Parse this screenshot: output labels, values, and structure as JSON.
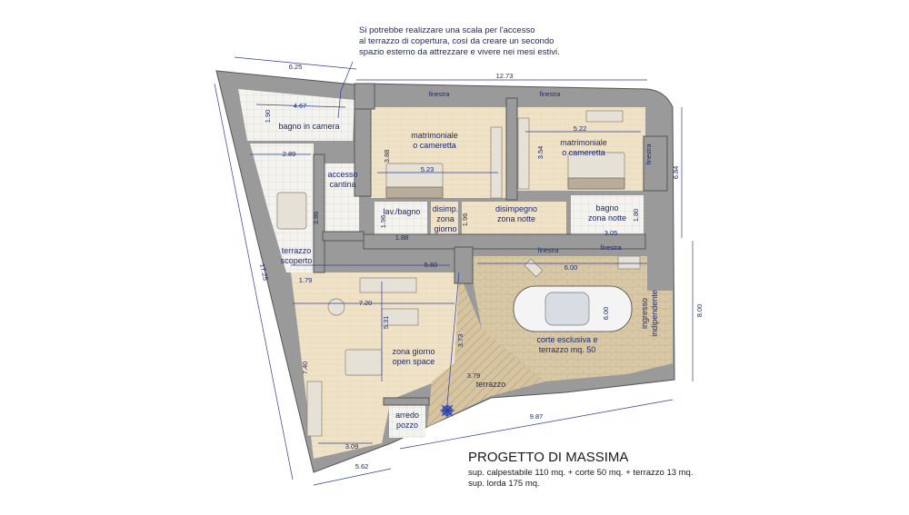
{
  "note": {
    "lines": [
      "Si potrebbe realizzare una scala per l'accesso",
      "al terrazzo di copertura, così da creare un secondo",
      "spazio esterno da attrezzare e vivere nei mesi estivi."
    ]
  },
  "rooms": {
    "bagno_camera": "bagno in camera",
    "matrimoniale_1": [
      "matrimoniale",
      "o cameretta"
    ],
    "matrimoniale_2": [
      "matrimoniale",
      "o cameretta"
    ],
    "accesso_cantina": [
      "accesso",
      "cantina"
    ],
    "lav_bagno": "lav./bagno",
    "disimp_giorno": [
      "disimp.",
      "zona",
      "giorno"
    ],
    "disimpegno_notte": [
      "disimpegno",
      "zona notte"
    ],
    "bagno_notte": [
      "bagno",
      "zona notte"
    ],
    "terrazzo_scoperto": [
      "terrazzo",
      "scoperto"
    ],
    "zona_giorno": [
      "zona giorno",
      "open space"
    ],
    "corte": [
      "corte esclusiva e",
      "terrazzo mq. 50"
    ],
    "ingresso": [
      "ingresso",
      "indipendente"
    ],
    "terrazzo": "terrazzo",
    "arredo_pozzo": [
      "arredo",
      "pozzo"
    ]
  },
  "windows": {
    "w1": "finestra",
    "w2": "finestra",
    "w3": "finestra",
    "w4": "finestra",
    "w5": "finestra"
  },
  "dimensions": {
    "d_625": "6.25",
    "d_1273": "12.73",
    "d_467": "4.67",
    "d_190a": "1.90",
    "d_289": "2.89",
    "d_388": "3.88",
    "d_523": "5.23",
    "d_354": "3.54",
    "d_522": "5.22",
    "d_684": "6.84",
    "d_196a": "1.96",
    "d_196b": "1.96",
    "d_188": "1.88",
    "d_386": "3.86",
    "d_305": "3.05",
    "d_180": "1.80",
    "d_1725": "17.25",
    "d_179": "1.79",
    "d_560": "5.60",
    "d_600a": "6.00",
    "d_600b": "6.00",
    "d_800": "8.00",
    "d_720": "7.20",
    "d_531": "5.31",
    "d_373": "3.73",
    "d_379": "3.79",
    "d_740": "7.40",
    "d_309": "3.09",
    "d_987": "9.87",
    "d_562": "5.62"
  },
  "footer": {
    "title": "PROGETTO DI MASSIMA",
    "stats_1": "sup. calpestabile 110 mq. + corte 50 mq. + terrazzo 13 mq.",
    "stats_2": "sup. lorda 175 mq."
  },
  "colors": {
    "annotation_blue": "#1c2a6e",
    "wall_gray": "#9a9a9a",
    "wood_floor": "#efe1c8",
    "paver": "#d9c9a8"
  }
}
